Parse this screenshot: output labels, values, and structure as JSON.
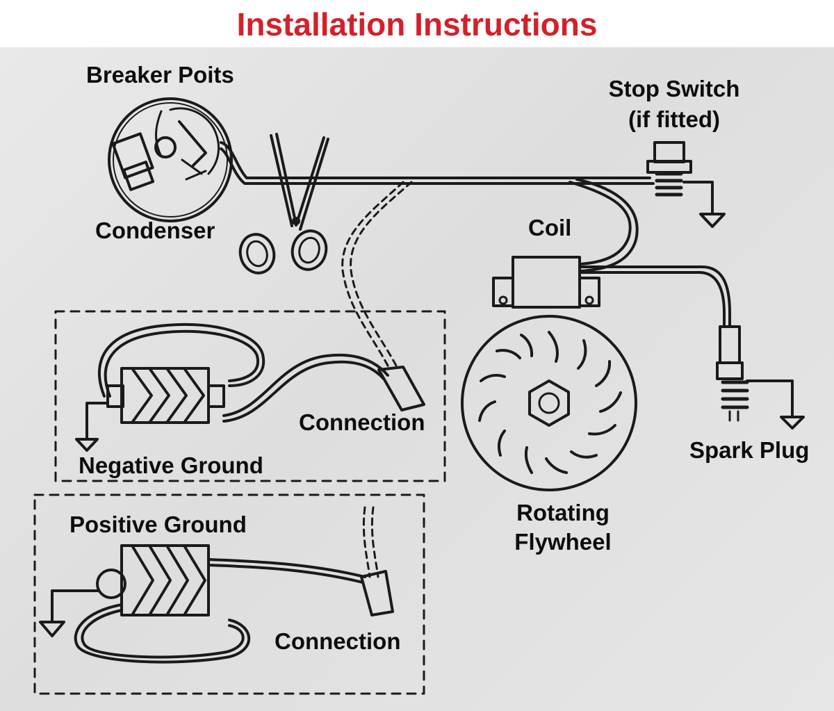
{
  "title": "Installation Instructions",
  "labels": {
    "breaker_points": "Breaker Poits",
    "condenser": "Condenser",
    "stop_switch": "Stop Switch",
    "stop_switch_note": "(if fitted)",
    "coil": "Coil",
    "connection_top": "Connection",
    "negative_ground": "Negative Ground",
    "positive_ground": "Positive Ground",
    "connection_bottom": "Connection",
    "rotating": "Rotating",
    "flywheel": "Flywheel",
    "spark_plug": "Spark Plug"
  },
  "colors": {
    "title": "#d4202a",
    "ink": "#1a1a1a",
    "paper": "#e4e4e4"
  }
}
